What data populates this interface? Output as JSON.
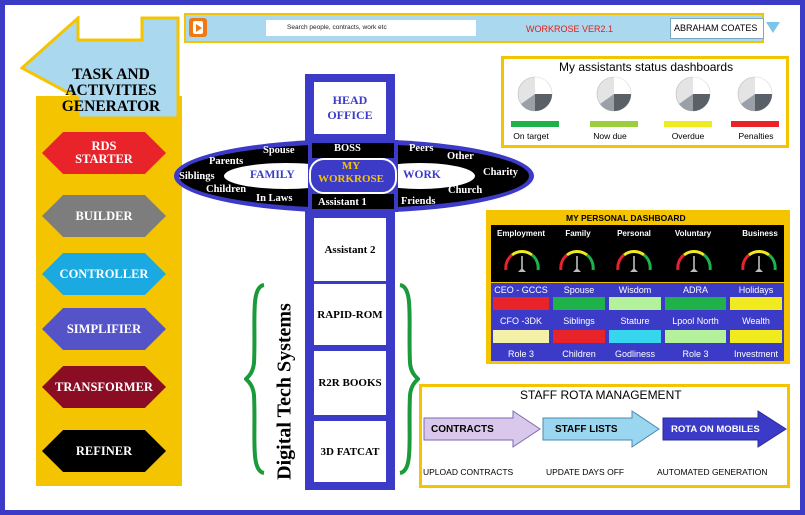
{
  "app": {
    "title_lines": [
      "TASK AND",
      "ACTIVITIES",
      "GENERATOR"
    ]
  },
  "topbar": {
    "search_placeholder": "Search people, contracts, work etc",
    "version": "WORKROSE VER2.1",
    "user": "ABRAHAM COATES"
  },
  "menu": [
    {
      "label": "RDS STARTER",
      "color": "#e8232a"
    },
    {
      "label": "BUILDER",
      "color": "#7d7d7d"
    },
    {
      "label": "CONTROLLER",
      "color": "#1aa9e0"
    },
    {
      "label": "SIMPLIFIER",
      "color": "#5454c8"
    },
    {
      "label": "TRANSFORMER",
      "color": "#8a0d24"
    },
    {
      "label": "REFINER",
      "color": "#000000"
    }
  ],
  "status": {
    "title": "My assistants status dashboards",
    "items": [
      {
        "label": "On target",
        "color": "#1fb24a"
      },
      {
        "label": "Now due",
        "color": "#9ccd3a"
      },
      {
        "label": "Overdue",
        "color": "#f0ea1e"
      },
      {
        "label": "Penalties",
        "color": "#e8232a"
      }
    ]
  },
  "column": {
    "head_office": "HEAD OFFICE",
    "boss": "BOSS",
    "my_workrose": "MY WORKROSE",
    "assistant1": "Assistant 1",
    "assistant2": "Assistant 2",
    "rapid_rom": "RAPID-ROM",
    "r2r_books": "R2R BOOKS",
    "fatcat": "3D FATCAT"
  },
  "circle": {
    "family": "FAMILY",
    "work": "WORK",
    "spouse": "Spouse",
    "parents": "Parents",
    "siblings": "Siblings",
    "children": "Children",
    "inlaws": "In Laws",
    "peers": "Peers",
    "other": "Other",
    "charity": "Charity",
    "church": "Church",
    "friends": "Friends"
  },
  "digital_label": "Digital Tech Systems",
  "dashboard": {
    "title": "MY PERSONAL DASHBOARD",
    "headers": [
      "Employment",
      "Family",
      "Personal",
      "Voluntary",
      "Business"
    ],
    "rows": [
      [
        "CEO - GCCS",
        "Spouse",
        "Wisdom",
        "ADRA",
        "Holidays"
      ],
      [
        "CFO -3DK",
        "Siblings",
        "Stature",
        "Lpool North",
        "Wealth"
      ],
      [
        "Role 3",
        "Children",
        "Godliness",
        "Role 3",
        "Investment"
      ]
    ],
    "color_rows": [
      [
        "#e8232a",
        "#1fb24a",
        "#b3f29a",
        "#1fb24a",
        "#f0ea1e"
      ],
      [
        "#f4f0a8",
        "#e8232a",
        "#38d6ee",
        "#b3f29a",
        "#f0ea1e"
      ]
    ]
  },
  "rota": {
    "title": "STAFF ROTA MANAGEMENT",
    "steps": [
      {
        "label": "CONTRACTS",
        "caption": "UPLOAD CONTRACTS"
      },
      {
        "label": "STAFF LISTS",
        "caption": "UPDATE DAYS OFF"
      },
      {
        "label": "ROTA ON MOBILES",
        "caption": "AUTOMATED GENERATION"
      }
    ]
  }
}
